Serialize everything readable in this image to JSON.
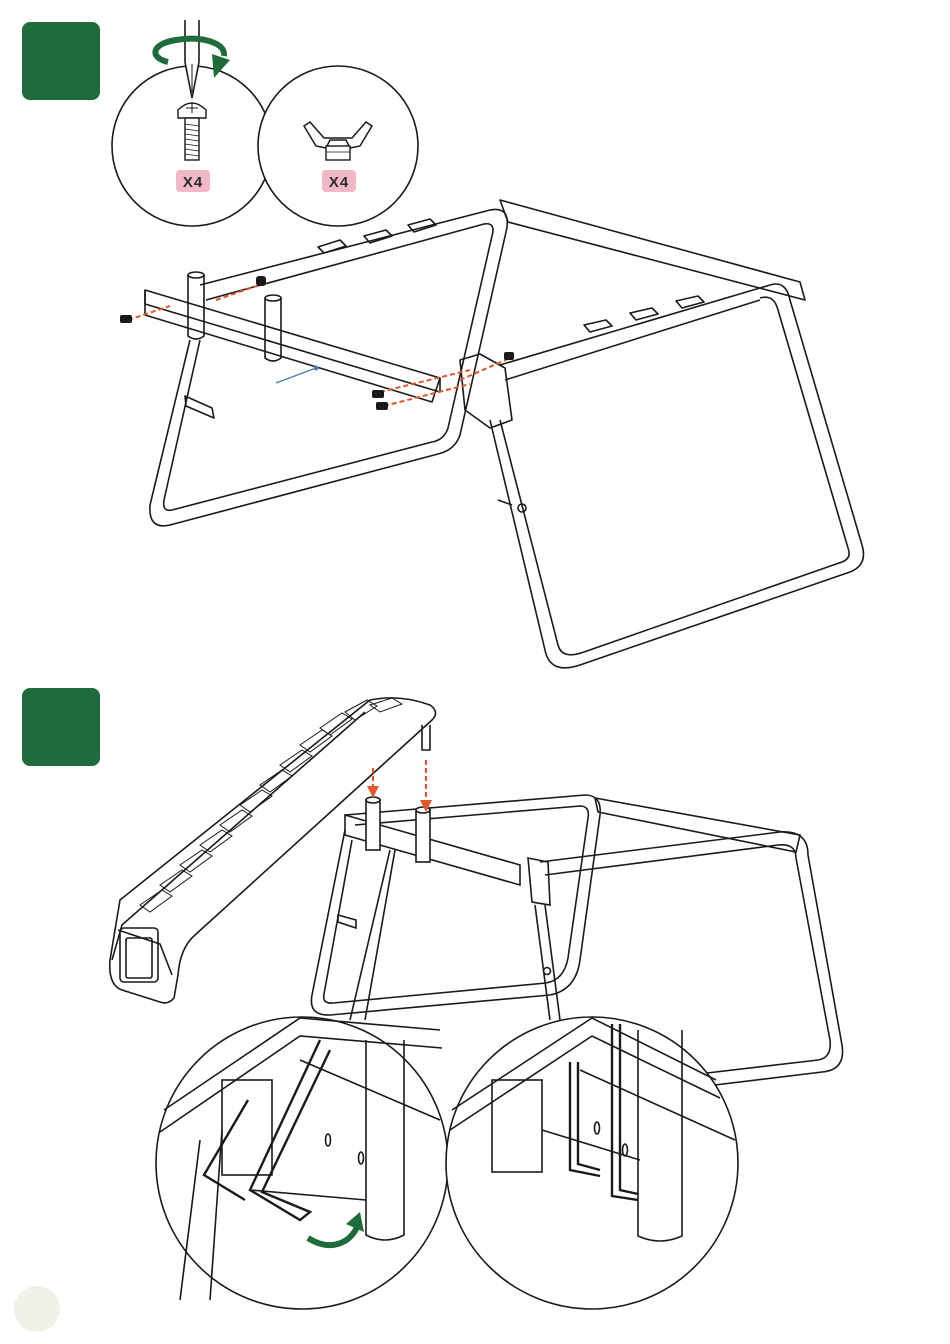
{
  "colors": {
    "step_badge": "#1f6b3b",
    "qty_tag": "#f2b8c6",
    "qty_text": "#2b2b2b",
    "guide_line": "#e2562b",
    "arrow": "#1f6b3b",
    "pointer": "#4a7fc1",
    "page_badge": "#f1f1e8",
    "line": "#1a1a1a"
  },
  "parts": [
    {
      "name": "screw",
      "icon": "screw-icon",
      "quantity": "X4"
    },
    {
      "name": "wing-nut",
      "icon": "wing-nut-icon",
      "quantity": "X4"
    }
  ],
  "steps": [
    {
      "icon": "step-1-badge"
    },
    {
      "icon": "step-2-badge"
    }
  ],
  "tools": [
    {
      "icon": "screwdriver-icon",
      "action": "rotate-clockwise"
    }
  ]
}
